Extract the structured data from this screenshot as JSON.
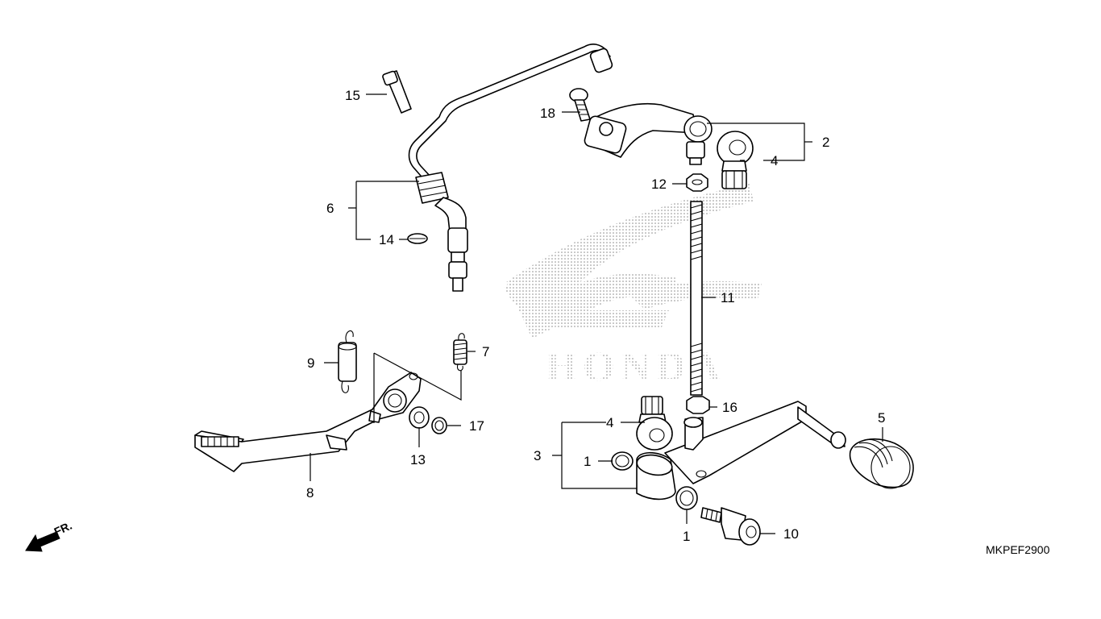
{
  "diagram_code": "MKPEF2900",
  "brand_watermark": "HONDA",
  "front_indicator": "FR.",
  "callouts": {
    "c1a": "1",
    "c1b": "1",
    "c2": "2",
    "c3": "3",
    "c4a": "4",
    "c4b": "4",
    "c5": "5",
    "c6": "6",
    "c7": "7",
    "c8": "8",
    "c9": "9",
    "c10": "10",
    "c11": "11",
    "c12": "12",
    "c13": "13",
    "c14": "14",
    "c15": "15",
    "c16": "16",
    "c17": "17",
    "c18": "18"
  }
}
